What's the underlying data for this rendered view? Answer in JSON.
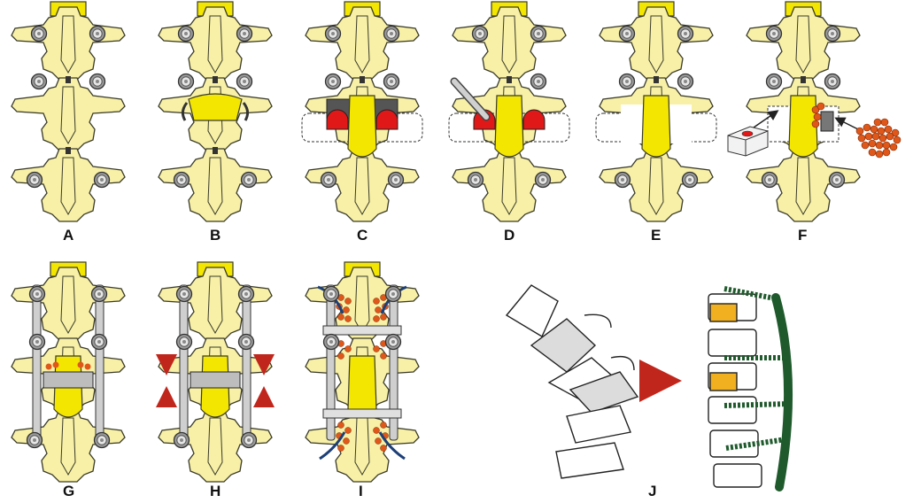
{
  "panels": [
    {
      "id": "A",
      "label": "A"
    },
    {
      "id": "B",
      "label": "B"
    },
    {
      "id": "C",
      "label": "C"
    },
    {
      "id": "D",
      "label": "D"
    },
    {
      "id": "E",
      "label": "E"
    },
    {
      "id": "F",
      "label": "F"
    },
    {
      "id": "G",
      "label": "G"
    },
    {
      "id": "H",
      "label": "H"
    },
    {
      "id": "I",
      "label": "I"
    },
    {
      "id": "J",
      "label": "J"
    }
  ],
  "colors": {
    "bone": "#f7f0a6",
    "bone_outline": "#3a3a2a",
    "highlight_yellow": "#f3e600",
    "red_tissue": "#e01818",
    "graft_orange": "#e0571a",
    "rod_gray": "#c8c8c8",
    "hook_blue": "#1d3f78",
    "arrow_red": "#c0261b",
    "plate_green": "#1f5a2c",
    "cage_orange": "#f0b020"
  }
}
